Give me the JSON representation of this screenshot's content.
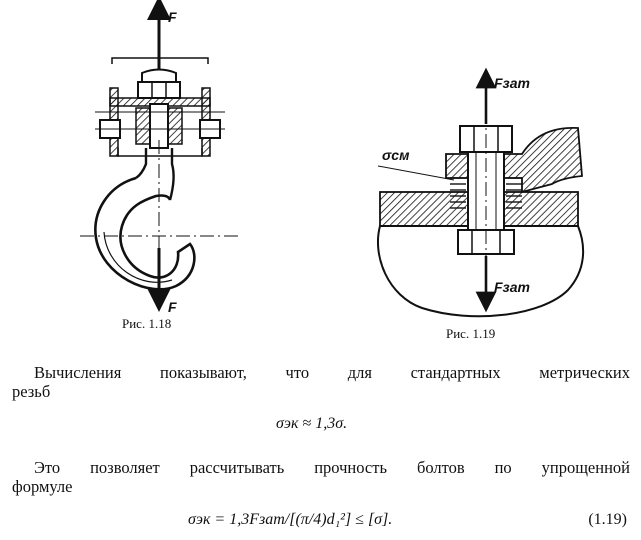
{
  "figures": [
    {
      "caption": "Рис. 1.18",
      "labels": {
        "force_top": "F",
        "force_bottom": "F"
      }
    },
    {
      "caption": "Рис. 1.19",
      "labels": {
        "force_top": "Fзат",
        "force_bottom": "Fзат",
        "stress": "σсм"
      }
    }
  ],
  "text": {
    "para1_line1": "Вычисления показывают, что для стандартных метрических",
    "para1_line2": "резьб",
    "formula1": "σэк ≈ 1,3σ.",
    "para2_line1": "Это позволяет рассчитывать прочность болтов по упрощенной",
    "para2_line2": "формуле",
    "formula2": "σэк = 1,3Fзат/[(π/4)d₁²] ≤ [σ].",
    "eq_number": "(1.19)"
  }
}
